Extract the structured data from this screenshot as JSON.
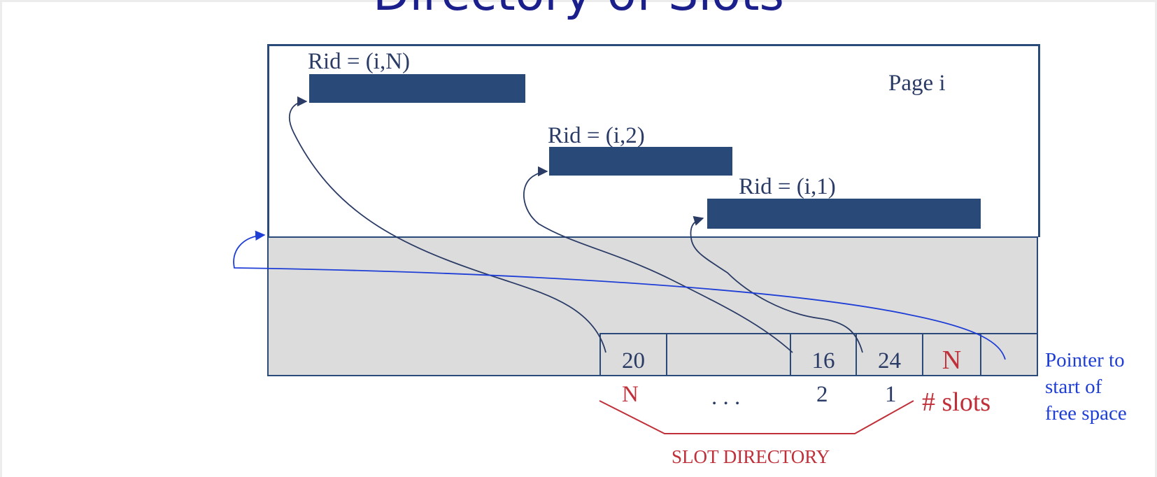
{
  "title": "Directory of Slots",
  "page_label": "Page i",
  "records": [
    {
      "rid": "Rid = (i,N)"
    },
    {
      "rid": "Rid = (i,2)"
    },
    {
      "rid": "Rid = (i,1)"
    }
  ],
  "slot_directory": {
    "cells": [
      "20",
      "",
      "16",
      "24",
      "N",
      ""
    ],
    "indices": [
      "N",
      ". . .",
      "2",
      "1"
    ],
    "num_slots_label": "# slots",
    "label": "SLOT DIRECTORY"
  },
  "free_space_pointer_label": "Pointer to start of free space",
  "colors": {
    "navy": "#294a78",
    "red": "#c0303a",
    "blue": "#1e3ed6",
    "gray": "#dcdcdc"
  }
}
